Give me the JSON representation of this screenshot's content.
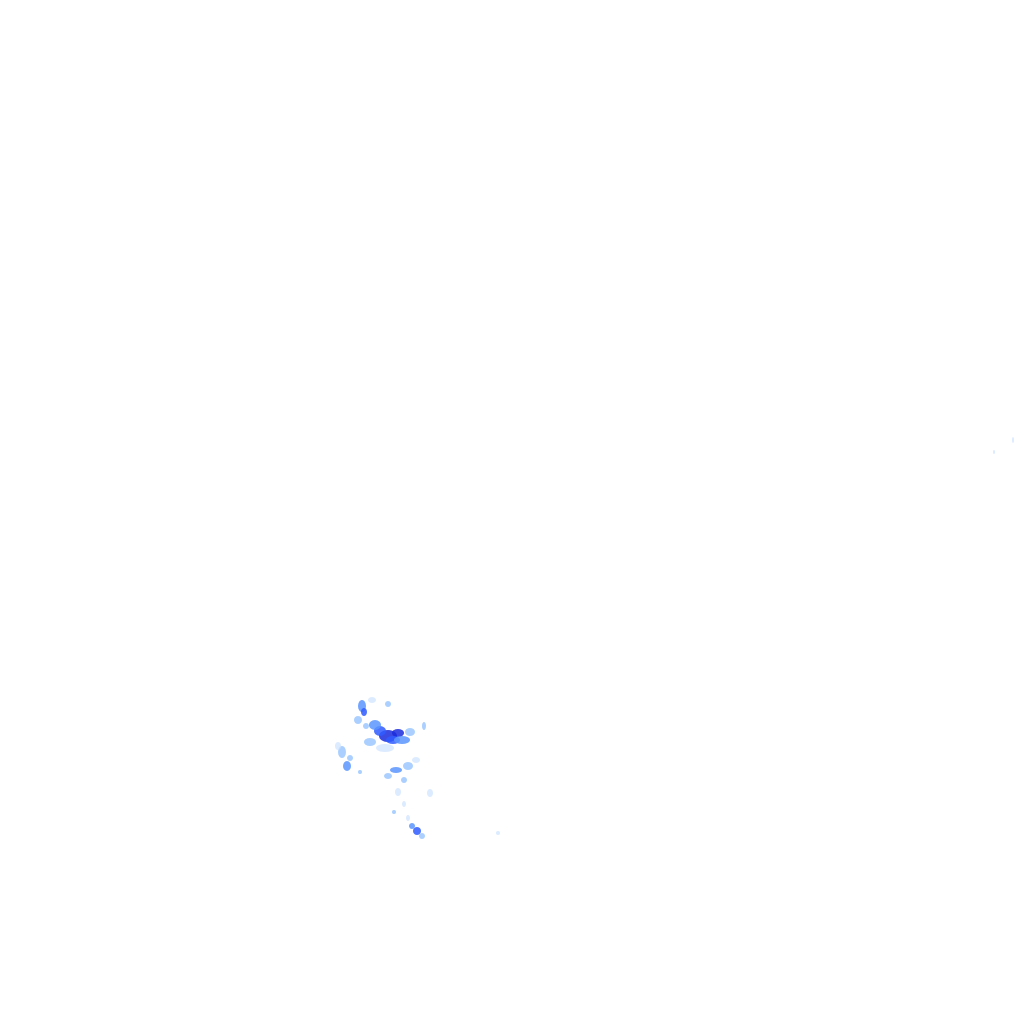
{
  "map": {
    "type": "radar-precipitation-overlay",
    "background": "#ffffff",
    "palette": {
      "light": "#cde3ff",
      "pale": "#9cc8ff",
      "medium": "#5a95ff",
      "strong": "#2f5cff",
      "intense": "#1a2bdc"
    },
    "echoes": [
      {
        "id": "main-cell",
        "intensity": "intense"
      },
      {
        "id": "northwest-cluster",
        "intensity": "medium"
      },
      {
        "id": "west-edge",
        "intensity": "medium"
      },
      {
        "id": "central-band",
        "intensity": "medium"
      },
      {
        "id": "south-tail",
        "intensity": "strong"
      },
      {
        "id": "east-speck",
        "intensity": "light"
      },
      {
        "id": "far-east-speck",
        "intensity": "light"
      }
    ]
  }
}
